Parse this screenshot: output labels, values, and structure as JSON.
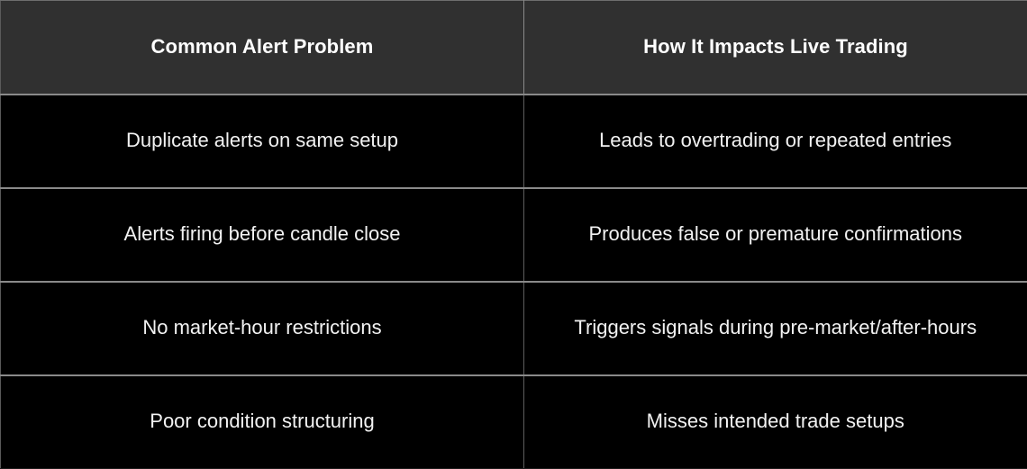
{
  "table": {
    "columns": [
      {
        "key": "problem",
        "label": "Common Alert Problem"
      },
      {
        "key": "impact",
        "label": "How It Impacts Live Trading"
      }
    ],
    "rows": [
      {
        "problem": "Duplicate alerts on same setup",
        "impact": "Leads to overtrading or repeated entries"
      },
      {
        "problem": "Alerts firing before candle close",
        "impact": "Produces false or premature confirmations"
      },
      {
        "problem": "No market-hour restrictions",
        "impact": "Triggers signals during pre-market/after-hours"
      },
      {
        "problem": "Poor condition structuring",
        "impact": "Misses intended trade setups"
      }
    ]
  },
  "theme": {
    "page_background": "#000000",
    "header_background": "#303030",
    "header_text_color": "#ffffff",
    "body_text_color": "#f2f2f2",
    "border_color": "#8a8a8a",
    "inner_divider_color": "#5e5e5e"
  }
}
